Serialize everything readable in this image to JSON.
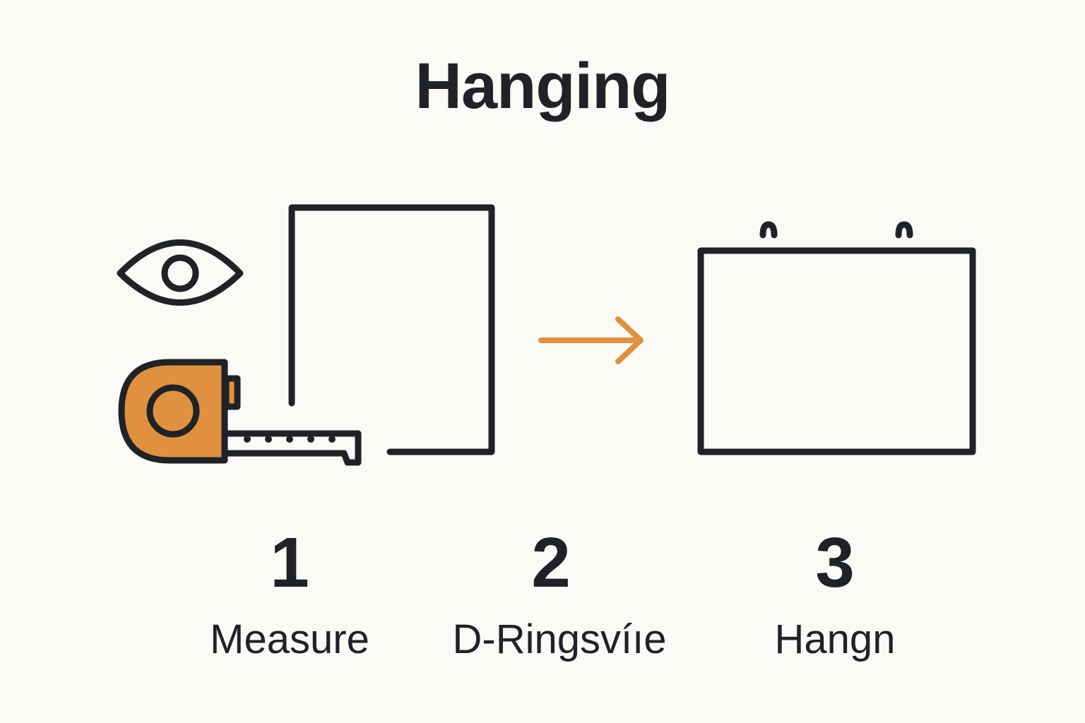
{
  "title": "Hanging",
  "colors": {
    "ink": "#1f2226",
    "accent": "#e0913f",
    "background": "#fbfaf6"
  },
  "steps": [
    {
      "number": "1",
      "label": "Measure",
      "icons": [
        "eye-icon",
        "tape-measure-icon"
      ]
    },
    {
      "number": "2",
      "label": "D-Ringsvíıe",
      "icons": [
        "frame-outline-icon",
        "arrow-right-icon"
      ]
    },
    {
      "number": "3",
      "label": "Hangn",
      "icons": [
        "hanging-frame-icon"
      ]
    }
  ]
}
